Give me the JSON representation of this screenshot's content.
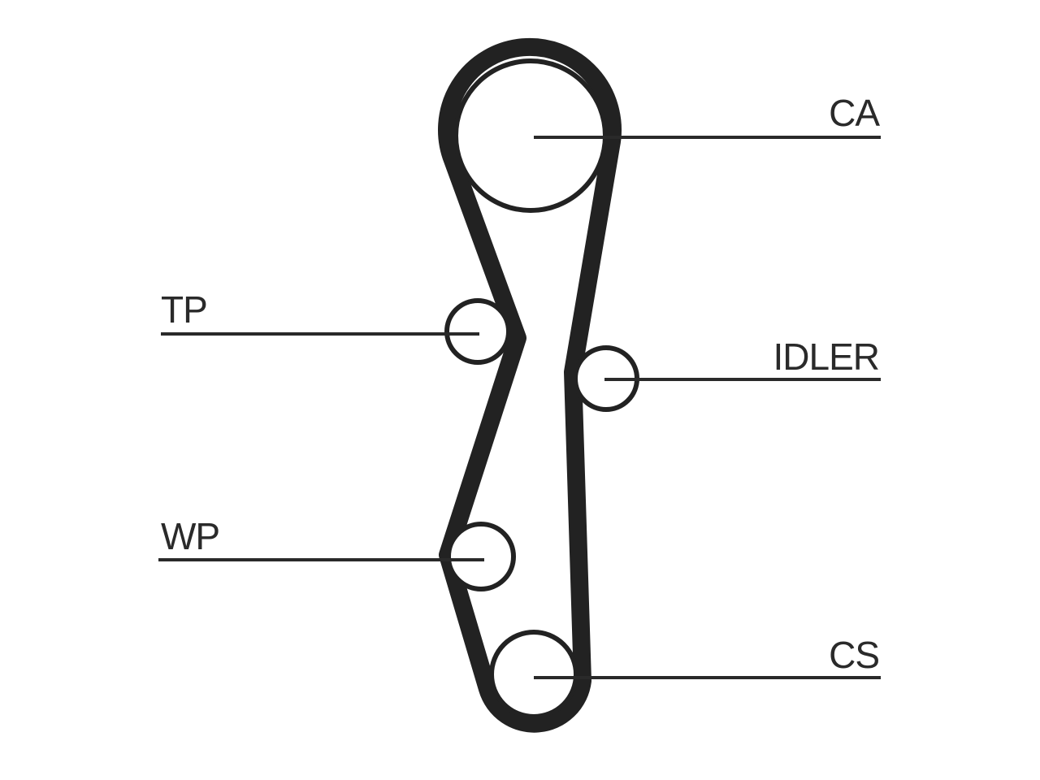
{
  "diagram": {
    "title": "",
    "colors": {
      "line": "#222222",
      "label": "#2a2a2a",
      "background": "#ffffff"
    },
    "labels": {
      "ca": "CA",
      "tp": "TP",
      "idler": "IDLER",
      "wp": "WP",
      "cs": "CS"
    }
  }
}
